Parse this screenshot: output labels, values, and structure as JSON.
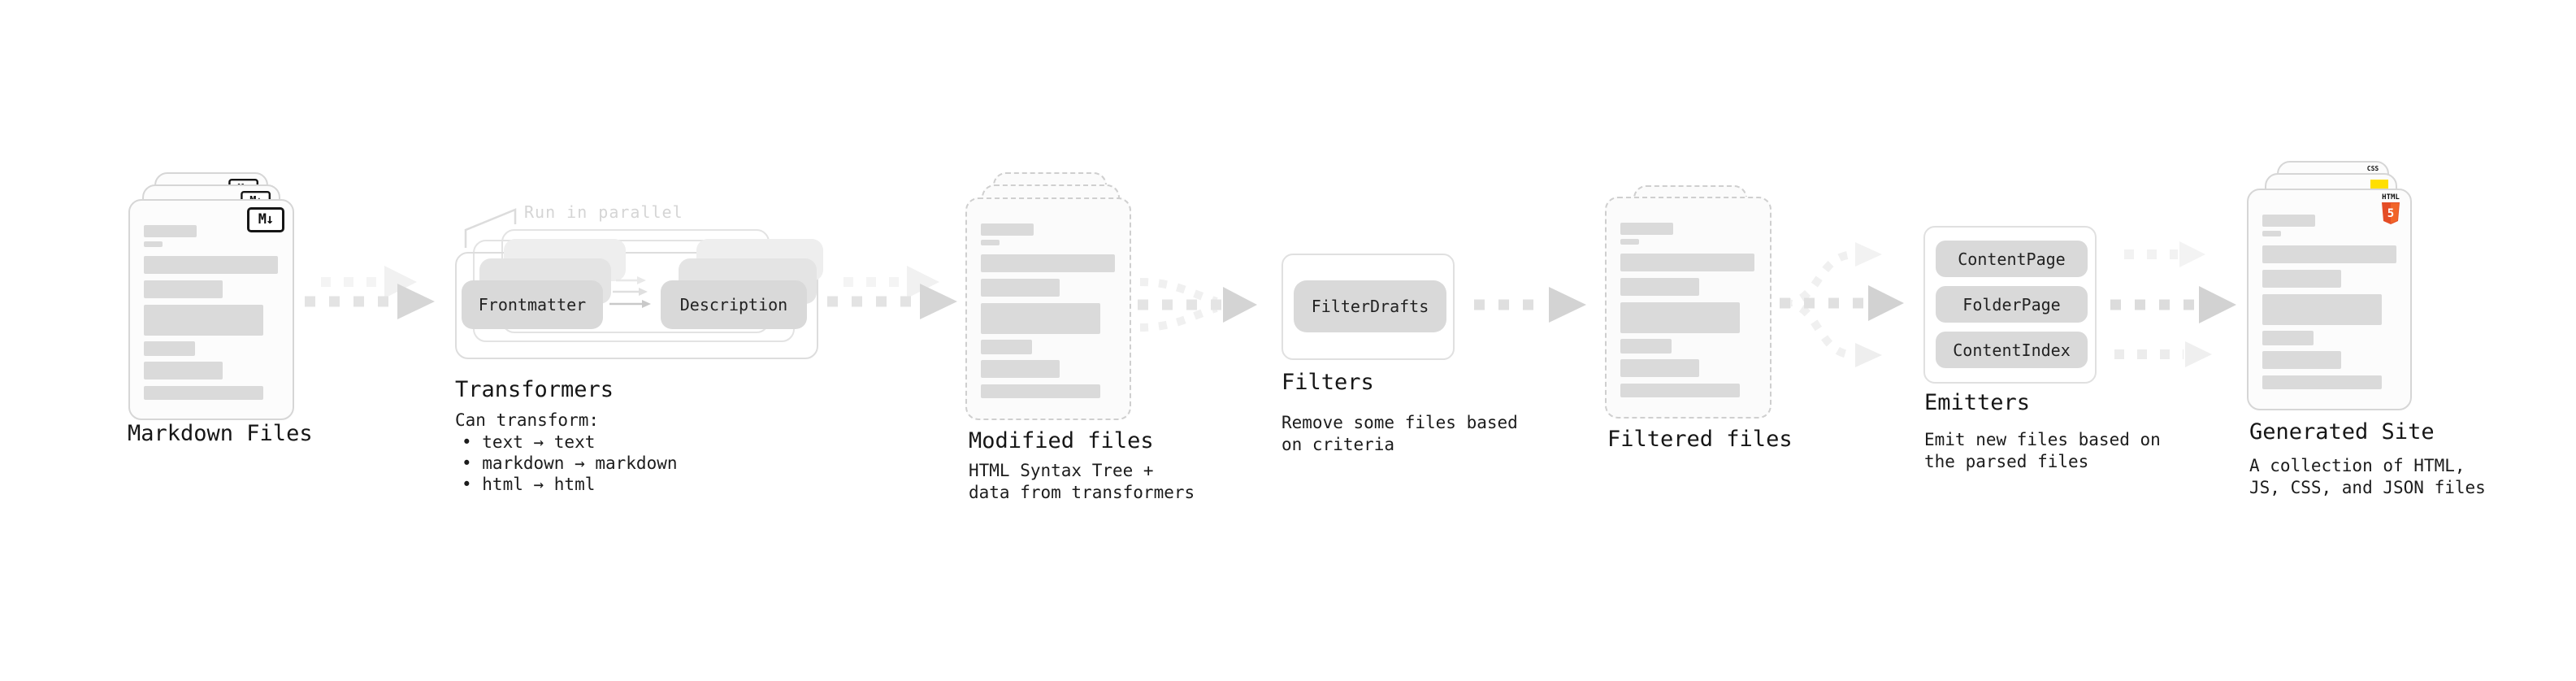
{
  "stages": {
    "markdown": {
      "label": "Markdown Files",
      "badge": "M↓"
    },
    "transformers": {
      "annotation": "Run in parallel",
      "pill_left": "Frontmatter",
      "pill_right": "Description",
      "label": "Transformers",
      "desc_title": "Can transform:",
      "bullets": [
        "• text → text",
        "• markdown → markdown",
        "• html → html"
      ]
    },
    "modified": {
      "label": "Modified files",
      "desc": "HTML Syntax Tree +\ndata from transformers"
    },
    "filters": {
      "pill": "FilterDrafts",
      "label": "Filters",
      "desc": "Remove some files based\non criteria"
    },
    "filtered": {
      "label": "Filtered files"
    },
    "emitters": {
      "pills": [
        "ContentPage",
        "FolderPage",
        "ContentIndex"
      ],
      "label": "Emitters",
      "desc": "Emit new files based on\nthe parsed files"
    },
    "generated": {
      "label": "Generated Site",
      "desc": "A collection of HTML,\nJS, CSS, and JSON files",
      "badge_html_text": "HTML",
      "badge_html_number": "5",
      "badge_css": "CSS"
    }
  },
  "colors": {
    "html_orange": "#e44d26",
    "js_yellow": "#ffdf00",
    "css_blue": "#2e6bf2"
  }
}
